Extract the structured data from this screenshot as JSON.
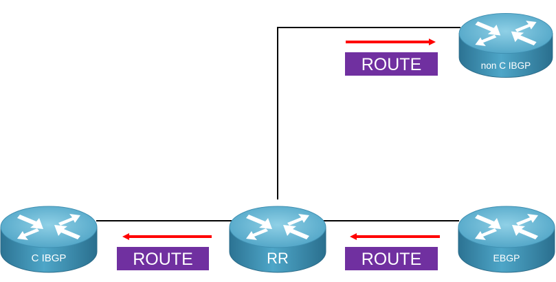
{
  "routers": {
    "rr": {
      "label": "RR"
    },
    "c_ibgp": {
      "label": "C IBGP"
    },
    "non_c_ibgp": {
      "label": "non C IBGP"
    },
    "ebgp": {
      "label": "EBGP"
    }
  },
  "routes": {
    "to_non_c_ibgp": {
      "label": "ROUTE",
      "direction": "right"
    },
    "to_c_ibgp": {
      "label": "ROUTE",
      "direction": "left"
    },
    "from_ebgp": {
      "label": "ROUTE",
      "direction": "left"
    }
  },
  "colors": {
    "router_body": "#3b8fb3",
    "router_top": "#5fb0cf",
    "link_line": "#000000",
    "arrow": "#ff0000",
    "route_box": "#7030a0",
    "icon_arrows": "#ffffff"
  }
}
